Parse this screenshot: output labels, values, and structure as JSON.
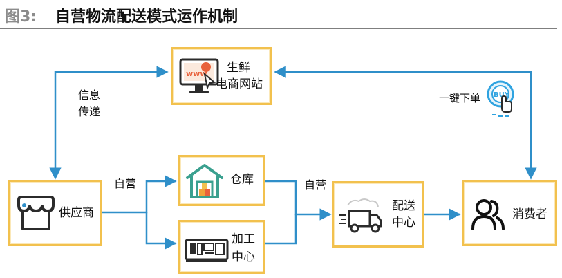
{
  "figure": {
    "label": "图3:",
    "title": "自营物流配送模式运作机制"
  },
  "nodes": {
    "website": {
      "line1": "生鲜",
      "line2": "电商网站"
    },
    "supplier": {
      "label": "供应商"
    },
    "warehouse": {
      "label": "仓库"
    },
    "processing": {
      "line1": "加工",
      "line2": "中心"
    },
    "distribution": {
      "line1": "配送",
      "line2": "中心"
    },
    "consumer": {
      "label": "消费者"
    }
  },
  "edges": {
    "info": {
      "line1": "信息",
      "line2": "传递"
    },
    "self_op_1": "自营",
    "self_op_2": "自营",
    "one_click": "一键下单"
  },
  "icons": {
    "website": "computer-www-icon",
    "supplier": "shop-awning-icon",
    "warehouse": "warehouse-icon",
    "processing": "machine-icon",
    "distribution": "delivery-truck-icon",
    "consumer": "users-icon",
    "buy": "buy-button-icon"
  },
  "colors": {
    "box_border": "#f2c14e",
    "arrow": "#2f8fc9",
    "icon": "#2b2b2b",
    "accent": "#e8613c",
    "buy": "#2fa3e0"
  }
}
